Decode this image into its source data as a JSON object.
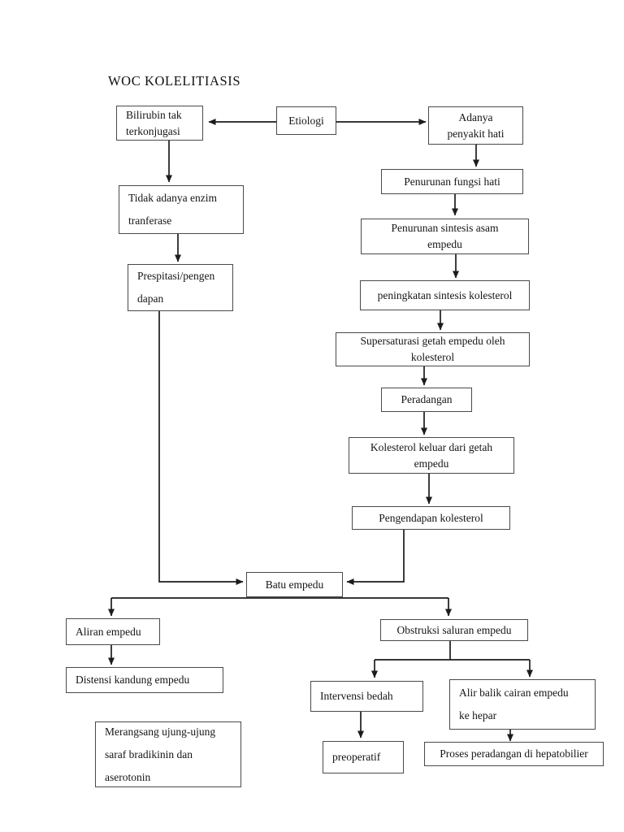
{
  "page": {
    "title": "WOC KOLELITIASIS",
    "background_color": "#ffffff",
    "box_border_color": "#4a4a4a",
    "line_color": "#1c1c1c",
    "text_color": "#151515"
  },
  "diagram": {
    "type": "flowchart",
    "nodes": [
      {
        "id": "bilirubin",
        "label": "Bilirubin tak\nterkonjugasi"
      },
      {
        "id": "etiologi",
        "label": "Etiologi"
      },
      {
        "id": "adanya",
        "label": "Adanya\npenyakit hati"
      },
      {
        "id": "pen-fungsi",
        "label": "Penurunan fungsi hati"
      },
      {
        "id": "pen-sintesis",
        "label": "Penurunan sintesis asam\nempedu"
      },
      {
        "id": "tidak-enzim",
        "label": "Tidak adanya enzim\ntranferase"
      },
      {
        "id": "prespitasi",
        "label": "Prespitasi/pengen\ndapan"
      },
      {
        "id": "peningkatan",
        "label": "peningkatan sintesis kolesterol"
      },
      {
        "id": "supersaturasi",
        "label": "Supersaturasi getah empedu oleh\nkolesterol"
      },
      {
        "id": "peradangan",
        "label": "Peradangan"
      },
      {
        "id": "kol-keluar",
        "label": "Kolesterol keluar dari getah\nempedu"
      },
      {
        "id": "pengendapan",
        "label": "Pengendapan kolesterol"
      },
      {
        "id": "batu",
        "label": "Batu empedu"
      },
      {
        "id": "aliran",
        "label": "Aliran empedu"
      },
      {
        "id": "obstruksi",
        "label": "Obstruksi saluran empedu"
      },
      {
        "id": "distensi",
        "label": "Distensi kandung empedu"
      },
      {
        "id": "intervensi",
        "label": "Intervensi bedah"
      },
      {
        "id": "alir-balik",
        "label": "Alir balik cairan empedu\nke hepar"
      },
      {
        "id": "preoperatif",
        "label": "preoperatif"
      },
      {
        "id": "proses",
        "label": "Proses peradangan di hepatobilier"
      },
      {
        "id": "merangsang",
        "label": "Merangsang ujung-ujung\nsaraf bradikinin dan\naserotonin"
      }
    ],
    "edges": [
      {
        "from": "etiologi",
        "to": "bilirubin"
      },
      {
        "from": "etiologi",
        "to": "adanya"
      },
      {
        "from": "bilirubin",
        "to": "tidak-enzim"
      },
      {
        "from": "tidak-enzim",
        "to": "prespitasi"
      },
      {
        "from": "prespitasi",
        "to": "batu"
      },
      {
        "from": "adanya",
        "to": "pen-fungsi"
      },
      {
        "from": "pen-fungsi",
        "to": "pen-sintesis"
      },
      {
        "from": "pen-sintesis",
        "to": "peningkatan"
      },
      {
        "from": "peningkatan",
        "to": "supersaturasi"
      },
      {
        "from": "supersaturasi",
        "to": "peradangan"
      },
      {
        "from": "peradangan",
        "to": "kol-keluar"
      },
      {
        "from": "kol-keluar",
        "to": "pengendapan"
      },
      {
        "from": "pengendapan",
        "to": "batu"
      },
      {
        "from": "batu",
        "to": "aliran"
      },
      {
        "from": "batu",
        "to": "obstruksi"
      },
      {
        "from": "aliran",
        "to": "distensi"
      },
      {
        "from": "obstruksi",
        "to": "intervensi"
      },
      {
        "from": "obstruksi",
        "to": "alir-balik"
      },
      {
        "from": "intervensi",
        "to": "preoperatif"
      },
      {
        "from": "alir-balik",
        "to": "proses"
      }
    ]
  }
}
